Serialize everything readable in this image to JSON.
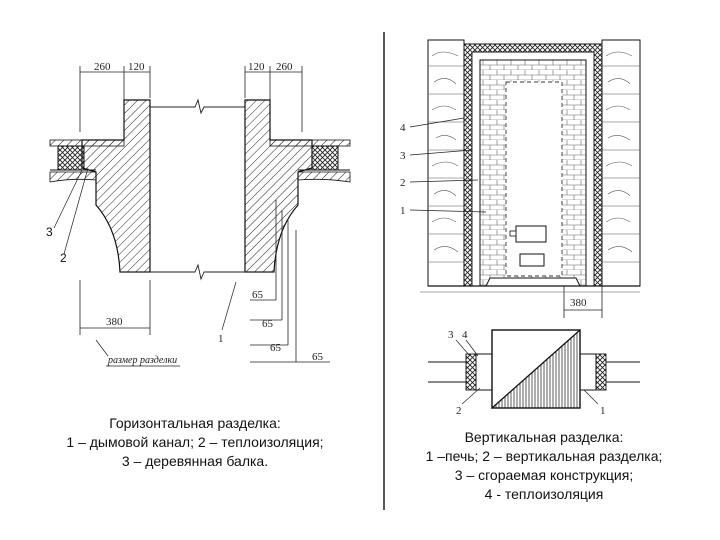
{
  "left_figure": {
    "dims_top_left": [
      "260",
      "120"
    ],
    "dims_top_right": [
      "120",
      "260"
    ],
    "dims_right": [
      "65",
      "65",
      "65",
      "65"
    ],
    "dim_bottom": "380",
    "callout_1": "1",
    "callout_2": "2",
    "callout_3": "3",
    "size_label": "размер разделки",
    "caption": [
      "Горизонтальная разделка:",
      "1 – дымовой канал; 2 – теплоизоляция;",
      "3 – деревянная балка."
    ]
  },
  "right_figure": {
    "callouts_left": [
      "4",
      "3",
      "2",
      "1"
    ],
    "dim_bottom": "380",
    "section_callouts": [
      "3",
      "4",
      "2",
      "1"
    ],
    "caption": [
      "Вертикальная разделка:",
      "1 –печь; 2 – вертикальная разделка;",
      "3 – сгораемая конструкция;",
      "4 - теплоизоляция"
    ]
  }
}
